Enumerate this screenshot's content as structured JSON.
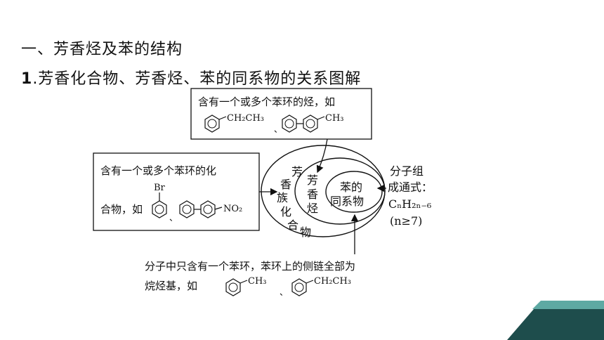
{
  "heading": "一、芳香烃及苯的结构",
  "subheading": {
    "number": "1",
    "text": ".芳香化合物、芳香烃、苯的同系物的关系图解"
  },
  "diagram": {
    "top_box": {
      "text": "含有一个或多个苯环的烃，如",
      "examples": [
        "CH₂CH₃",
        "、",
        "CH₃"
      ]
    },
    "left_box": {
      "line1": "含有一个或多个苯环的化",
      "line2": "合物，如",
      "br": "Br",
      "sep": "、",
      "no2": "NO₂"
    },
    "outer_circle": [
      "芳",
      "香",
      "族",
      "化",
      "合",
      "物"
    ],
    "middle_circle": [
      "芳",
      "香",
      "烃"
    ],
    "inner_circle": [
      "苯的",
      "同系物"
    ],
    "formula": {
      "line1": "分子组",
      "line2": "成通式：",
      "formula": "CₙH₂ₙ₋₆",
      "condition": "(n≥7)"
    },
    "bottom": {
      "line1": "分子中只含有一个苯环，苯环上的侧链全部为",
      "line2": "烷烃基，如",
      "ex1": "CH₃",
      "sep": "、",
      "ex2": "CH₂CH₃"
    }
  },
  "colors": {
    "corner_dark": "#1e4d4c",
    "corner_light": "#5ea9a3"
  }
}
